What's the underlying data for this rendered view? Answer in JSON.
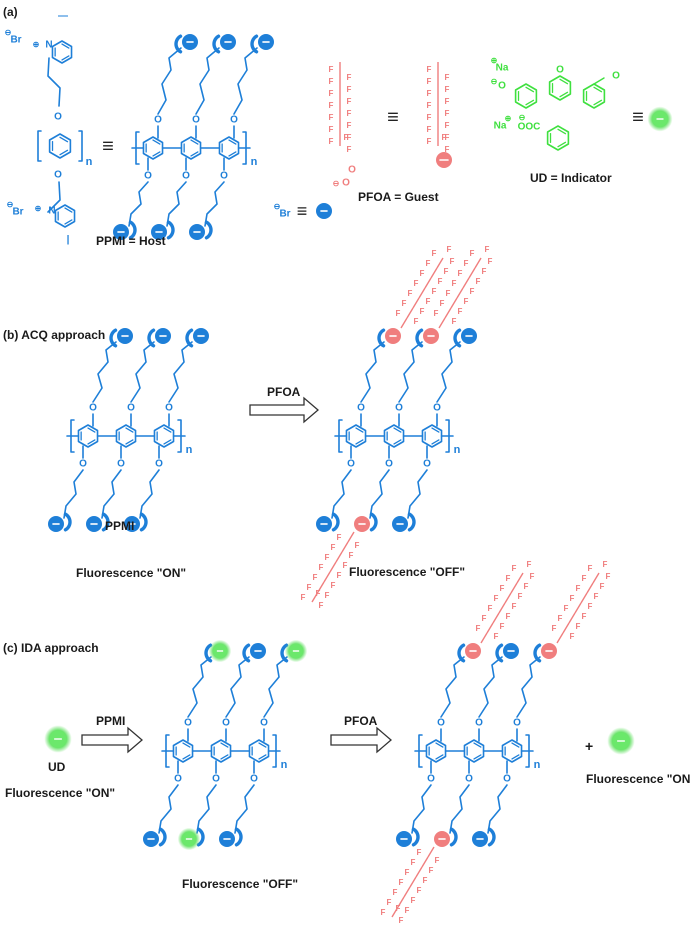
{
  "colors": {
    "host": "#1e7fd8",
    "guest": "#f07e7e",
    "indicator": "#3fe03f",
    "text": "#1a1a1a"
  },
  "panel_a": {
    "label": "(a)",
    "host_caption": "PPMI = Host",
    "guest_caption": "PFOA = Guest",
    "indicator_caption": "UD = Indicator",
    "equiv": "≡",
    "repeat_n": "n",
    "br": "Br",
    "n_atom": "N",
    "o_atom": "O",
    "na_atom": "Na",
    "ooc": "OOC",
    "f_atom": "F"
  },
  "panel_b": {
    "label": "(b) ACQ approach",
    "reagent": "PFOA",
    "ppmi_label": "PPMI",
    "state_left": "Fluorescence \"ON\"",
    "state_right": "Fluorescence \"OFF\""
  },
  "panel_c": {
    "label": "(c) IDA approach",
    "reagent_1": "PPMI",
    "reagent_2": "PFOA",
    "ud_label": "UD",
    "state_left": "Fluorescence \"ON\"",
    "state_middle": "Fluorescence \"OFF\"",
    "state_right": "Fluorescence \"ON\"",
    "plus": "+"
  }
}
